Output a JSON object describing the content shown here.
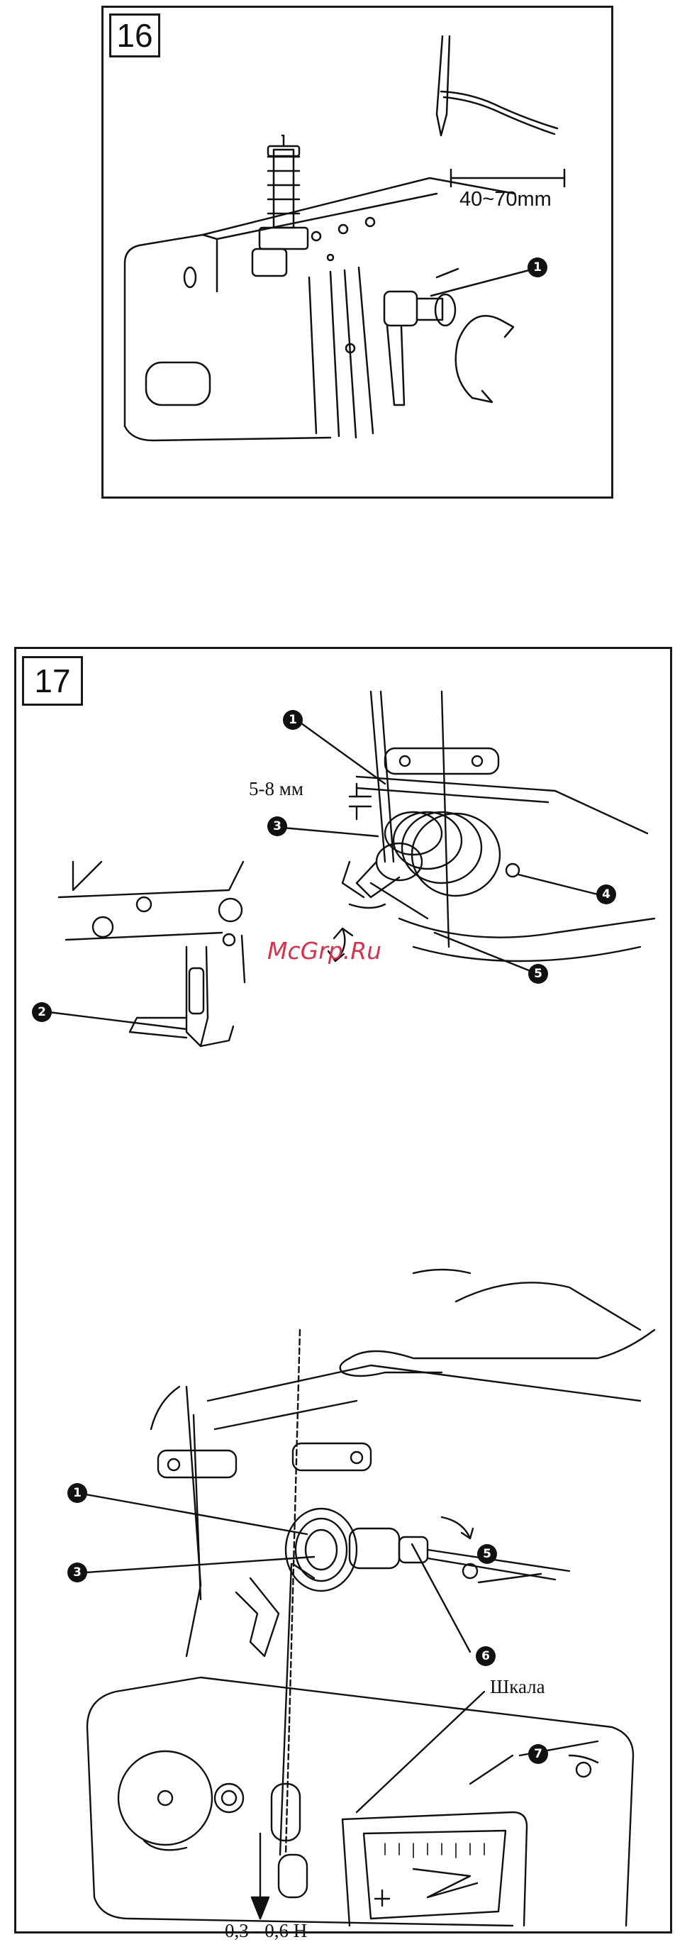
{
  "figure16": {
    "number": "16",
    "gap_label": "40~70mm",
    "callouts": [
      "1"
    ]
  },
  "figure17": {
    "number": "17",
    "spring_label": "5-8 мм",
    "scale_label": "Шкала",
    "tension_label": "0,3 - 0,6 Н",
    "callouts": [
      "1",
      "2",
      "3",
      "4",
      "5",
      "1",
      "3",
      "5",
      "6",
      "7"
    ]
  },
  "watermark": "McGrp.Ru",
  "colors": {
    "ink": "#111111",
    "watermark": "#d9324a",
    "paper": "#ffffff"
  }
}
